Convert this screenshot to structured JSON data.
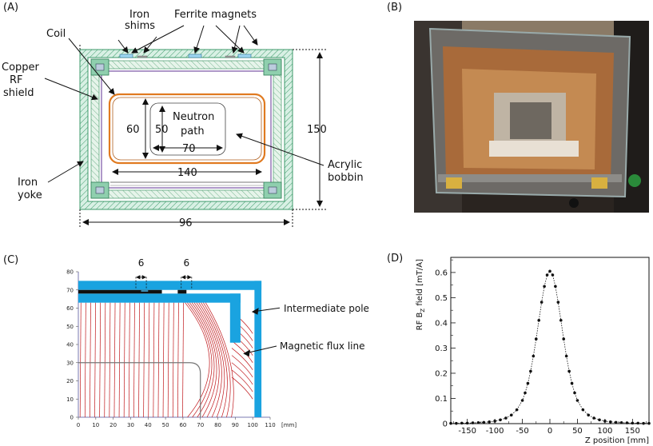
{
  "panels": {
    "a": "(A)",
    "b": "(B)",
    "c": "(C)",
    "d": "(D)"
  },
  "panel_a": {
    "labels": {
      "iron_shims_1": "Iron",
      "iron_shims_2": "shims",
      "ferrite": "Ferrite magnets",
      "coil": "Coil",
      "copper_1": "Copper",
      "copper_2": "RF",
      "copper_3": "shield",
      "iron_yoke_1": "Iron",
      "iron_yoke_2": "yoke",
      "neutron_1": "Neutron",
      "neutron_2": "path",
      "acrylic_1": "Acrylic",
      "acrylic_2": "bobbin"
    },
    "dims": {
      "d60": "60",
      "d50": "50",
      "d70": "70",
      "d140": "140",
      "d150": "150",
      "d96": "96"
    }
  },
  "panel_c": {
    "dims": {
      "gap1": "6",
      "gap2": "6"
    },
    "annotations": {
      "pole": "Intermediate pole",
      "flux": "Magnetic flux line"
    },
    "x_unit": "[mm]",
    "x_ticks": [
      "0",
      "10",
      "20",
      "30",
      "40",
      "50",
      "60",
      "70",
      "80",
      "90",
      "100",
      "110"
    ],
    "y_ticks": [
      "0",
      "10",
      "20",
      "30",
      "40",
      "50",
      "60",
      "70",
      "80"
    ],
    "colors": {
      "iron": "#1aa3e0",
      "flux": "#c0181c"
    }
  },
  "chart_data": {
    "type": "scatter",
    "xlabel": "Z position [mm]",
    "ylabel": "RF B",
    "ylabel_sub": "Z",
    "ylabel_tail": " field [mT/A]",
    "xlim": [
      -180,
      180
    ],
    "ylim": [
      0,
      0.66
    ],
    "x_ticks": [
      -150,
      -100,
      -50,
      0,
      50,
      100,
      150
    ],
    "y_ticks": [
      0,
      0.1,
      0.2,
      0.3,
      0.4,
      0.5,
      0.6
    ],
    "series": [
      {
        "x": [
          -180,
          -170,
          -160,
          -150,
          -140,
          -130,
          -120,
          -110,
          -100,
          -90,
          -80,
          -70,
          -60,
          -50,
          -45,
          -40,
          -35,
          -30,
          -25,
          -20,
          -15,
          -10,
          -5,
          0,
          5,
          10,
          15,
          20,
          25,
          30,
          35,
          40,
          45,
          50,
          60,
          70,
          80,
          90,
          100,
          110,
          120,
          130,
          140,
          150,
          160,
          170,
          180
        ],
        "y": [
          0.001,
          0.001,
          0.002,
          0.002,
          0.003,
          0.004,
          0.005,
          0.007,
          0.01,
          0.015,
          0.022,
          0.034,
          0.055,
          0.092,
          0.122,
          0.16,
          0.208,
          0.268,
          0.336,
          0.41,
          0.482,
          0.545,
          0.59,
          0.605,
          0.59,
          0.545,
          0.482,
          0.41,
          0.336,
          0.268,
          0.208,
          0.16,
          0.122,
          0.092,
          0.055,
          0.034,
          0.022,
          0.015,
          0.01,
          0.007,
          0.005,
          0.004,
          0.003,
          0.002,
          0.002,
          0.001,
          0.001
        ]
      }
    ]
  }
}
